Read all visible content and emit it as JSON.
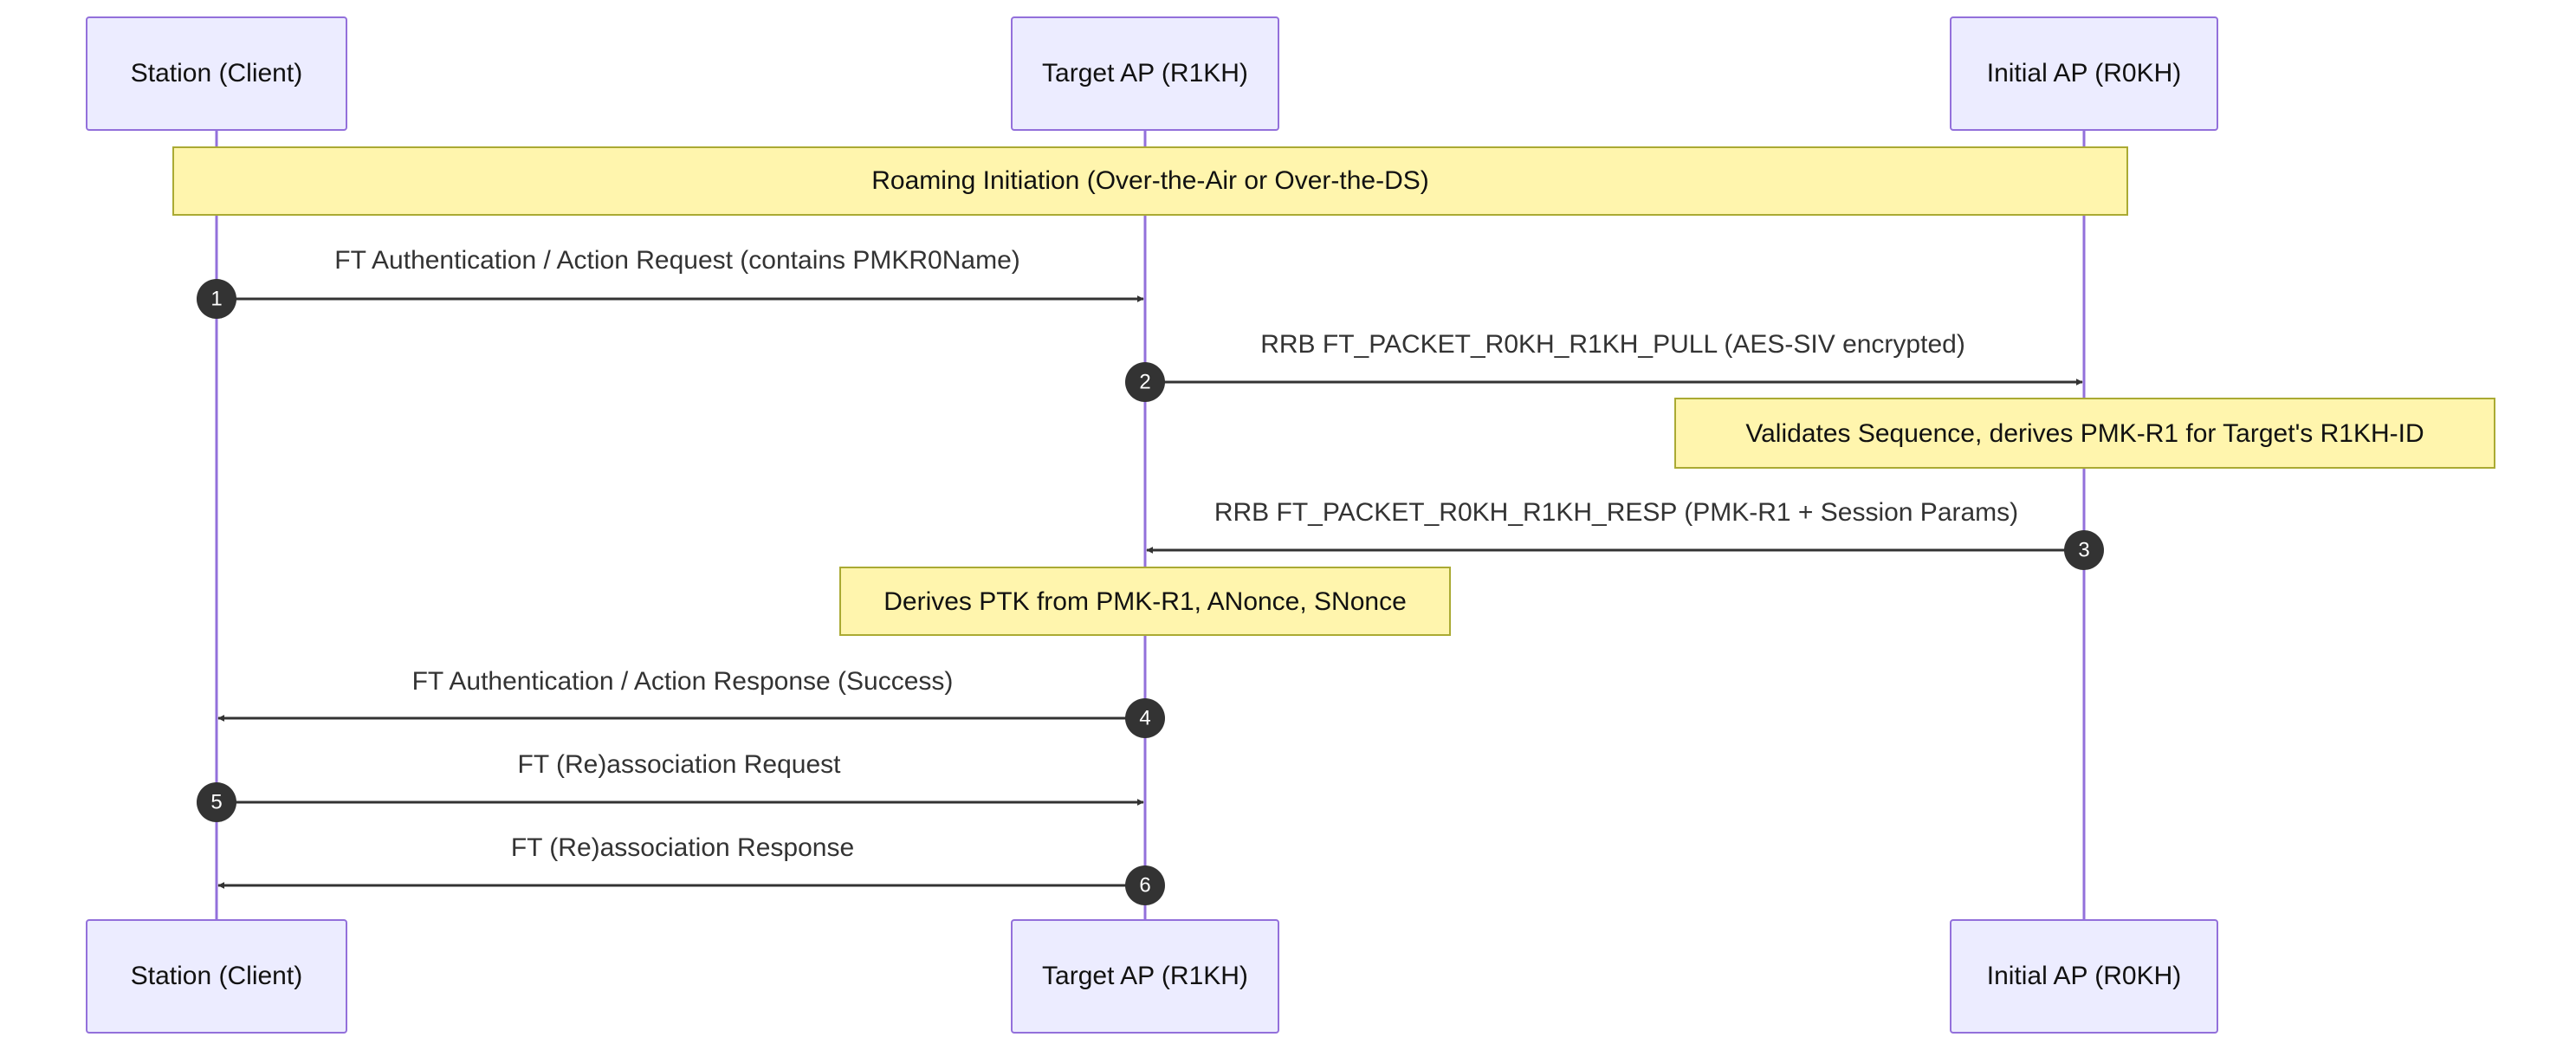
{
  "participants": [
    {
      "id": "station",
      "label": "Station (Client)"
    },
    {
      "id": "target",
      "label": "Target AP (R1KH)"
    },
    {
      "id": "initial",
      "label": "Initial AP (R0KH)"
    }
  ],
  "notes": [
    {
      "text": "Roaming Initiation (Over-the-Air or Over-the-DS)"
    },
    {
      "text": "Validates Sequence, derives PMK-R1 for Target's R1KH-ID"
    },
    {
      "text": "Derives PTK from PMK-R1, ANonce, SNonce"
    }
  ],
  "messages": [
    {
      "seq": "1",
      "from": "station",
      "to": "target",
      "text": "FT Authentication / Action Request (contains PMKR0Name)"
    },
    {
      "seq": "2",
      "from": "target",
      "to": "initial",
      "text": "RRB FT_PACKET_R0KH_R1KH_PULL (AES-SIV encrypted)"
    },
    {
      "seq": "3",
      "from": "initial",
      "to": "target",
      "text": "RRB FT_PACKET_R0KH_R1KH_RESP (PMK-R1 + Session Params)"
    },
    {
      "seq": "4",
      "from": "target",
      "to": "station",
      "text": "FT Authentication / Action Response (Success)"
    },
    {
      "seq": "5",
      "from": "station",
      "to": "target",
      "text": "FT (Re)association Request"
    },
    {
      "seq": "6",
      "from": "target",
      "to": "station",
      "text": "FT (Re)association Response"
    }
  ]
}
